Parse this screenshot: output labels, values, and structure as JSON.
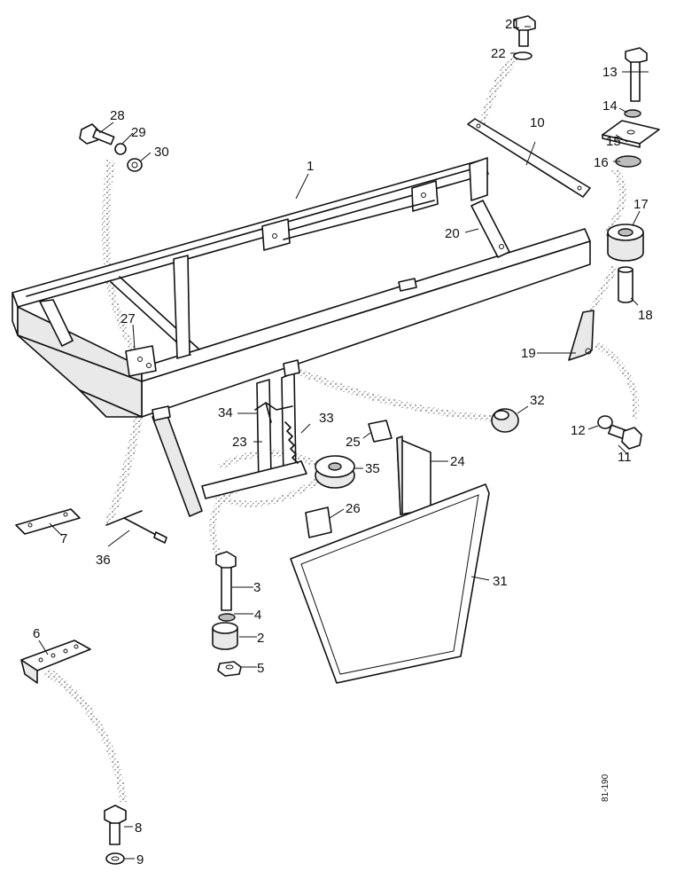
{
  "drawing_code": "81-190",
  "callouts": [
    {
      "id": "1",
      "text": "1"
    },
    {
      "id": "2",
      "text": "2"
    },
    {
      "id": "3",
      "text": "3"
    },
    {
      "id": "4",
      "text": "4"
    },
    {
      "id": "5",
      "text": "5"
    },
    {
      "id": "6",
      "text": "6"
    },
    {
      "id": "7",
      "text": "7"
    },
    {
      "id": "8",
      "text": "8"
    },
    {
      "id": "9",
      "text": "9"
    },
    {
      "id": "10",
      "text": "10"
    },
    {
      "id": "11",
      "text": "11"
    },
    {
      "id": "12",
      "text": "12"
    },
    {
      "id": "13",
      "text": "13"
    },
    {
      "id": "14",
      "text": "14"
    },
    {
      "id": "15",
      "text": "15"
    },
    {
      "id": "16",
      "text": "16"
    },
    {
      "id": "17",
      "text": "17"
    },
    {
      "id": "18",
      "text": "18"
    },
    {
      "id": "19",
      "text": "19"
    },
    {
      "id": "20",
      "text": "20"
    },
    {
      "id": "21",
      "text": "21"
    },
    {
      "id": "22",
      "text": "22"
    },
    {
      "id": "23",
      "text": "23"
    },
    {
      "id": "24",
      "text": "24"
    },
    {
      "id": "25",
      "text": "25"
    },
    {
      "id": "26",
      "text": "26"
    },
    {
      "id": "27",
      "text": "27"
    },
    {
      "id": "28",
      "text": "28"
    },
    {
      "id": "29",
      "text": "29"
    },
    {
      "id": "30",
      "text": "30"
    },
    {
      "id": "31",
      "text": "31"
    },
    {
      "id": "32",
      "text": "32"
    },
    {
      "id": "33",
      "text": "33"
    },
    {
      "id": "34",
      "text": "34"
    },
    {
      "id": "35",
      "text": "35"
    },
    {
      "id": "36",
      "text": "36"
    }
  ]
}
